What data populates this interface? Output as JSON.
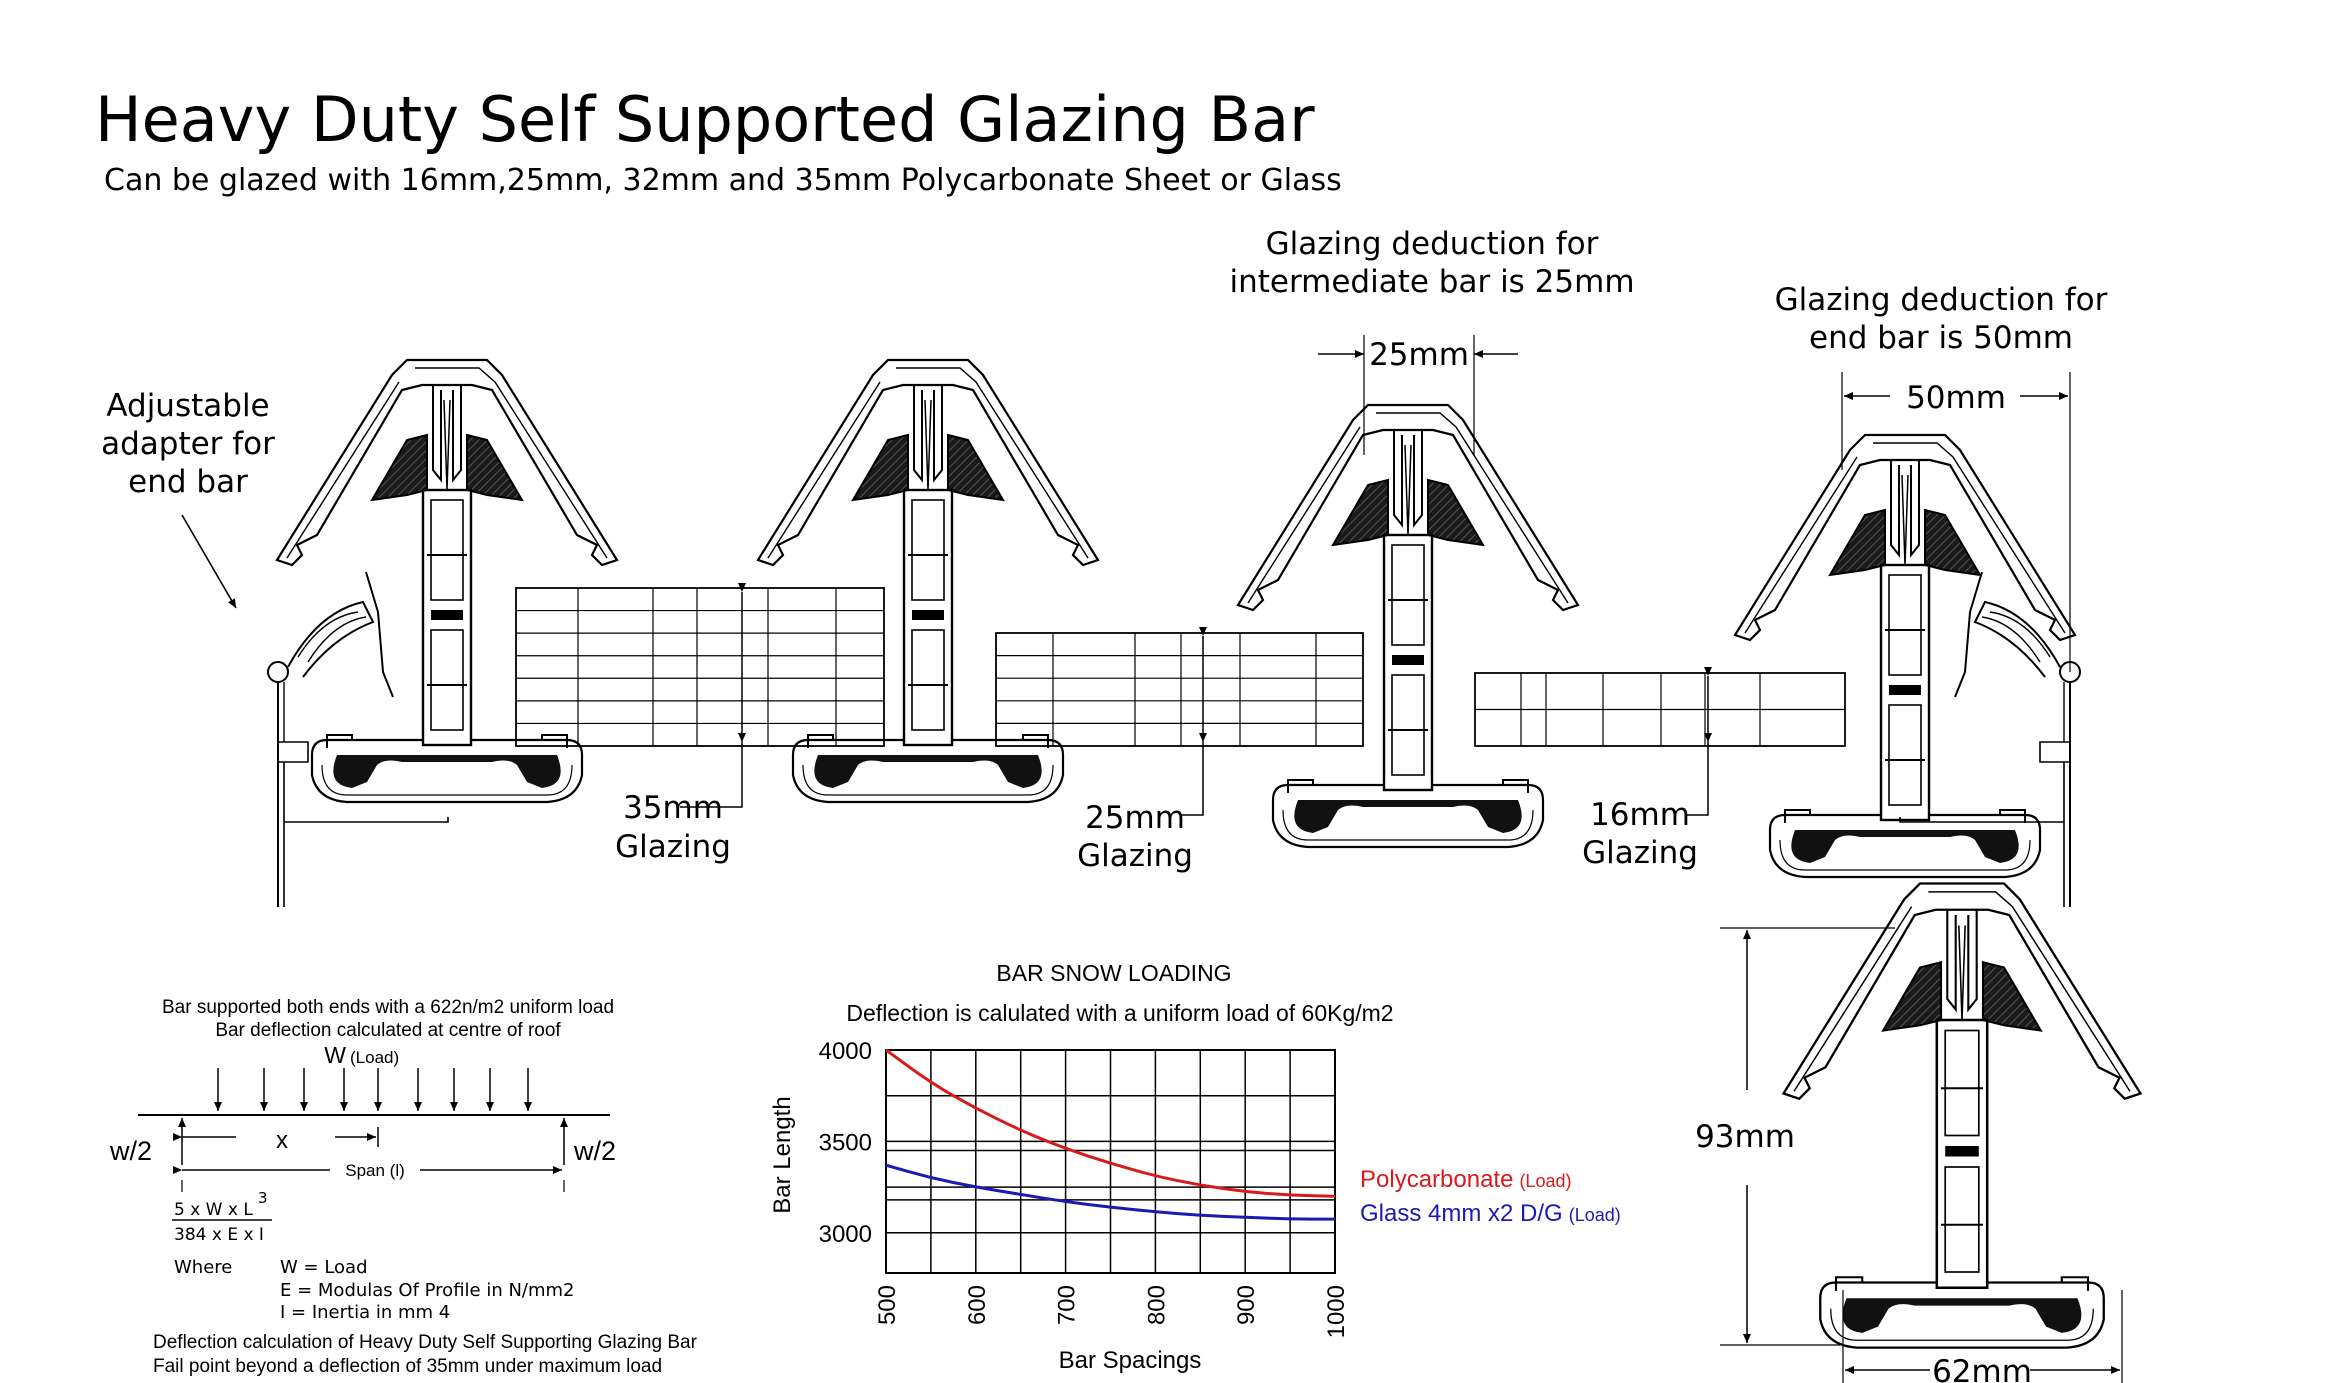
{
  "title": "Heavy Duty Self Supported Glazing Bar",
  "subtitle": "Can be glazed with 16mm,25mm, 32mm and 35mm Polycarbonate Sheet or Glass",
  "annotations": {
    "adapter": [
      "Adjustable",
      "adapter for",
      "end bar"
    ],
    "intermediate_deduction": [
      "Glazing deduction for",
      "intermediate bar is 25mm"
    ],
    "end_deduction": [
      "Glazing deduction for",
      "end bar is 50mm"
    ],
    "dim_25mm": "25mm",
    "dim_50mm": "50mm",
    "glazing_35": [
      "35mm",
      "Glazing"
    ],
    "glazing_25": [
      "25mm",
      "Glazing"
    ],
    "glazing_16": [
      "16mm",
      "Glazing"
    ],
    "dim_93mm": "93mm",
    "dim_62mm": "62mm"
  },
  "formula": {
    "line1": "Bar supported both ends with a 622n/m2 uniform load",
    "line2": "Bar deflection calculated at centre of roof",
    "load_w": "W",
    "load_label": "(Load)",
    "w2": "w/2",
    "x": "x",
    "span": "Span (l)",
    "numerator": "5 x W x L",
    "exponent": "3",
    "denominator": "384 x E x I",
    "where": "Where",
    "defs": [
      "W = Load",
      "E  = Modulas Of Profile in     N/mm2",
      "I   = Inertia in mm 4"
    ],
    "note1": "Deflection calculation of Heavy Duty Self Supporting Glazing Bar",
    "note2": "Fail point beyond a deflection of 35mm under maximum load"
  },
  "chart_data": {
    "type": "line",
    "title": "BAR SNOW LOADING",
    "subtitle": "Deflection is calulated with a uniform load of  60Kg/m2",
    "xlabel": "Bar Spacings",
    "ylabel": "Bar Length",
    "x_ticks": [
      500,
      600,
      700,
      800,
      900,
      1000
    ],
    "y_ticks": [
      3000,
      3500,
      4000
    ],
    "xlim": [
      500,
      1000
    ],
    "ylim": [
      2780,
      4000
    ],
    "grid": true,
    "series": [
      {
        "name": "Polycarbonate",
        "load_label": "(Load)",
        "color": "#d91a1a",
        "x": [
          500,
          550,
          600,
          650,
          700,
          750,
          800,
          850,
          900,
          950,
          1000
        ],
        "y": [
          4000,
          3820,
          3680,
          3560,
          3460,
          3380,
          3310,
          3260,
          3225,
          3205,
          3200
        ]
      },
      {
        "name": "Glass 4mm x2 D/G",
        "load_label": "(Load)",
        "color": "#1a1ab4",
        "x": [
          500,
          550,
          600,
          650,
          700,
          750,
          800,
          850,
          900,
          950,
          1000
        ],
        "y": [
          3370,
          3300,
          3250,
          3210,
          3170,
          3140,
          3115,
          3095,
          3085,
          3075,
          3075
        ]
      }
    ]
  }
}
